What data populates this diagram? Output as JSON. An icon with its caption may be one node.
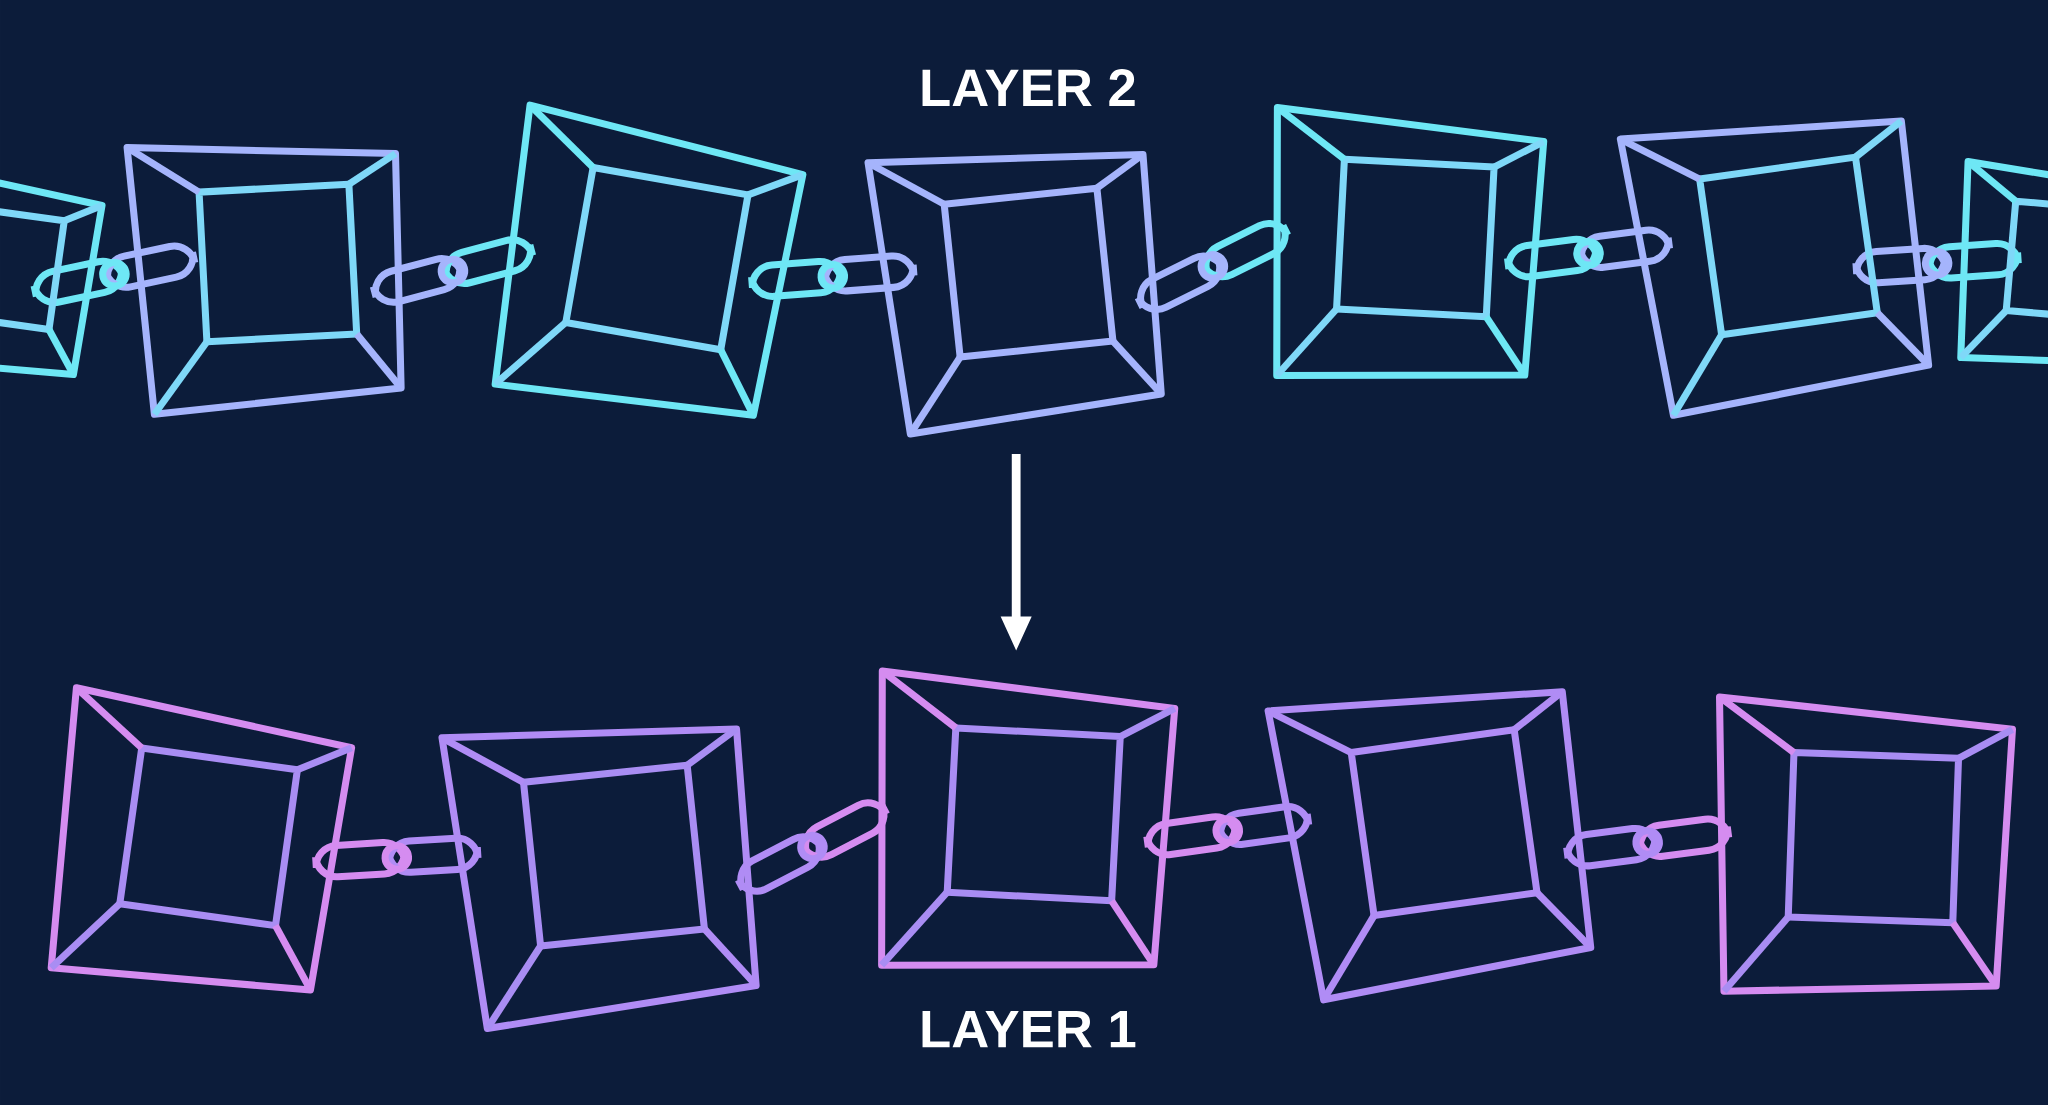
{
  "diagram": {
    "nodes": [
      {
        "text": [
          "LAYER 2"
        ]
      },
      {
        "text": [
          "LAYER 1"
        ]
      }
    ],
    "edges": [
      {
        "from": 0,
        "to": 1,
        "arrow": "to"
      }
    ]
  }
}
